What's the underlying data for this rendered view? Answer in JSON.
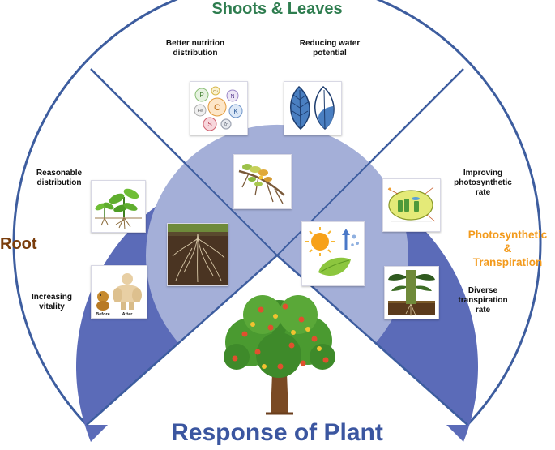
{
  "diagram": {
    "title": "Response of Plant",
    "sections": {
      "shoots_leaves": "Shoots & Leaves",
      "root": "Root",
      "photo_line1": "Photosynthetic",
      "photo_line2": "&",
      "photo_line3": "Transpiration"
    },
    "effects": {
      "nutrition": [
        "Better nutrition",
        "distribution"
      ],
      "water": [
        "Reducing water",
        "potential"
      ],
      "distribution": [
        "Reasonable",
        "distribution"
      ],
      "vitality": [
        "Increasing",
        "vitality"
      ],
      "photosynthetic": [
        "Improving",
        "photosynthetic",
        "rate"
      ],
      "transpiration": [
        "Diverse",
        "transpiration",
        "rate"
      ]
    },
    "image_labels": {
      "before": "Before",
      "after": "After",
      "nutrients": [
        "P",
        "Cu",
        "N",
        "Fe",
        "C",
        "K",
        "S",
        "Zn"
      ]
    },
    "colors": {
      "outer_ring": "#5b6bb8",
      "inner_circle": "#a4afd8",
      "outline": "#3d5d9f",
      "shoots_leaves_title": "#2e7d4f",
      "root_title": "#7a3d0c",
      "photo_title": "#f39a1b",
      "main_title": "#3b56a0"
    },
    "icons": [
      "nutrient-bubbles-icon",
      "blue-leaves-icon",
      "seedlings-icon",
      "before-after-icon",
      "chloroplast-icon",
      "stem-soil-icon",
      "branch-icon",
      "roots-soil-icon",
      "sun-leaf-icon",
      "fruit-tree-icon"
    ]
  }
}
